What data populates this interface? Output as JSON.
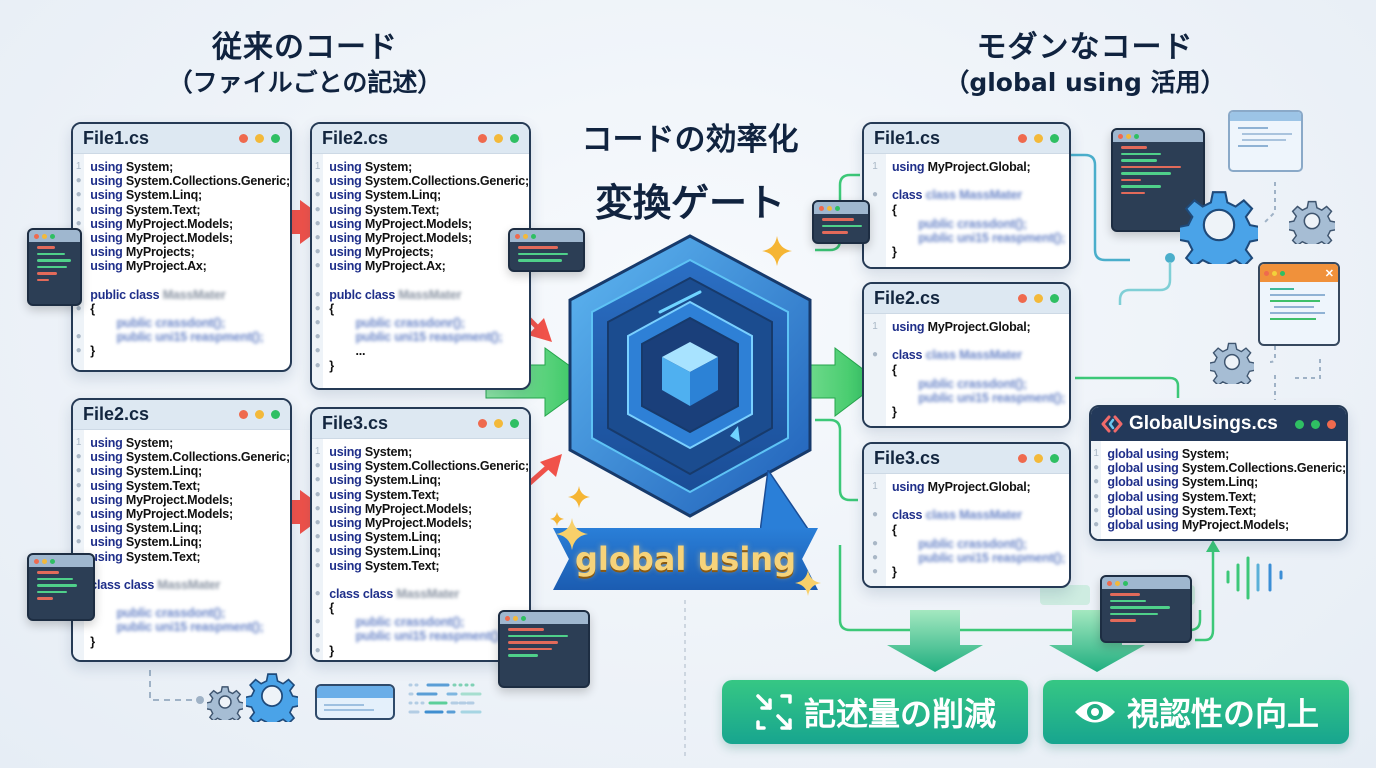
{
  "headings": {
    "left": {
      "main": "従来のコード",
      "sub": "（ファイルごとの記述）"
    },
    "right": {
      "main": "モダンなコード",
      "sub": "（global using 活用）"
    },
    "center": {
      "line1": "コードの効率化",
      "line2": "変換ゲート"
    }
  },
  "colors": {
    "dot_red": "#ef6a4e",
    "dot_yellow": "#f3b93a",
    "dot_green": "#2fbf63",
    "keyword": "#1f2f8a",
    "benefit_green": "#22b487",
    "gate_blue": "#2a7fd8",
    "red_arrow": "#f0524a",
    "green_arrow": "#3ccf6a"
  },
  "legacy_files": [
    {
      "title": "File1.cs",
      "lines": [
        [
          "using",
          "System;"
        ],
        [
          "using",
          "System.Collections.Generic;"
        ],
        [
          "using",
          "System.Linq;"
        ],
        [
          "using",
          "System.Text;"
        ],
        [
          "using",
          "MyProject.Models;"
        ],
        [
          "using",
          "MyProject.Models;"
        ],
        [
          "using",
          "MyProjects;"
        ],
        [
          "using",
          "MyProject.Ax;"
        ]
      ],
      "class_kw": "public class",
      "class_name": "MassMater",
      "body": [
        "public crassdont();",
        "public uni15 reaspment();"
      ],
      "ellipsis": ""
    },
    {
      "title": "File2.cs",
      "lines": [
        [
          "using",
          "System;"
        ],
        [
          "using",
          "System.Collections.Generic;"
        ],
        [
          "using",
          "System.Linq;"
        ],
        [
          "using",
          "System.Text;"
        ],
        [
          "using",
          "MyProject.Models;"
        ],
        [
          "using",
          "MyProject.Models;"
        ],
        [
          "using",
          "MyProjects;"
        ],
        [
          "using",
          "MyProject.Ax;"
        ]
      ],
      "class_kw": "publc class",
      "class_name": "MassMater",
      "body": [
        "public crassdonr();",
        "public uni15 reaspment();"
      ],
      "ellipsis": "..."
    },
    {
      "title": "File2.cs",
      "lines": [
        [
          "using",
          "System;"
        ],
        [
          "using",
          "System.Collections.Generic;"
        ],
        [
          "using",
          "System.Linq;"
        ],
        [
          "using",
          "System.Text;"
        ],
        [
          "using",
          "MyProject.Models;"
        ],
        [
          "using",
          "MyProject.Models;"
        ],
        [
          "using",
          "System.Linq;"
        ],
        [
          "using",
          "System.Linq;"
        ],
        [
          "using",
          "System.Text;"
        ]
      ],
      "class_kw": "class class",
      "class_name": "MassMater",
      "body": [
        "public crassdont();",
        "public uni15 reaspment();"
      ],
      "ellipsis": ""
    },
    {
      "title": "File3.cs",
      "lines": [
        [
          "using",
          "System;"
        ],
        [
          "using",
          "System.Collections.Generic;"
        ],
        [
          "using",
          "System.Linq;"
        ],
        [
          "using",
          "System.Text;"
        ],
        [
          "using",
          "MyProject.Models;"
        ],
        [
          "using",
          "MyProject.Models;"
        ],
        [
          "using",
          "System.Linq;"
        ],
        [
          "using",
          "System.Linq;"
        ],
        [
          "using",
          "System.Text;"
        ]
      ],
      "class_kw": "class class",
      "class_name": "MassMater",
      "body": [
        "public crassdont();",
        "public uni15 reaspment();"
      ],
      "ellipsis": ""
    }
  ],
  "modern_files": [
    {
      "title": "File1.cs",
      "using_kw": "using",
      "using_ns": "MyProject.Global;",
      "class_kw": "class",
      "class_name": "class MassMater",
      "body": [
        "public crassdont();",
        "public uni15 reaspment();"
      ]
    },
    {
      "title": "File2.cs",
      "using_kw": "using",
      "using_ns": "MyProject.Global;",
      "class_kw": "class",
      "class_name": "class MassMater",
      "body": [
        "public crassdont();",
        "public uni15 reaspment();"
      ]
    },
    {
      "title": "File3.cs",
      "using_kw": "using",
      "using_ns": "MyProject.Global;",
      "class_kw": "class",
      "class_name": "class MassMater",
      "body": [
        "public crassdont();",
        "public uni15 reaspment();"
      ]
    }
  ],
  "global_usings": {
    "title": "GlobalUsings.cs",
    "icon": "code-brackets-icon",
    "lines": [
      [
        "global using",
        "System;"
      ],
      [
        "global using",
        "System.Collections.Generic;"
      ],
      [
        "global using",
        "System.Linq;"
      ],
      [
        "global using",
        "System.Text;"
      ],
      [
        "global using",
        "System.Text;"
      ],
      [
        "global using",
        "MyProject.Models;"
      ]
    ]
  },
  "gate": {
    "label": "global using"
  },
  "benefits": [
    {
      "label": "記述量の削減",
      "icon": "compress-arrows-icon"
    },
    {
      "label": "視認性の向上",
      "icon": "eye-icon"
    }
  ],
  "line_number_first": "1"
}
